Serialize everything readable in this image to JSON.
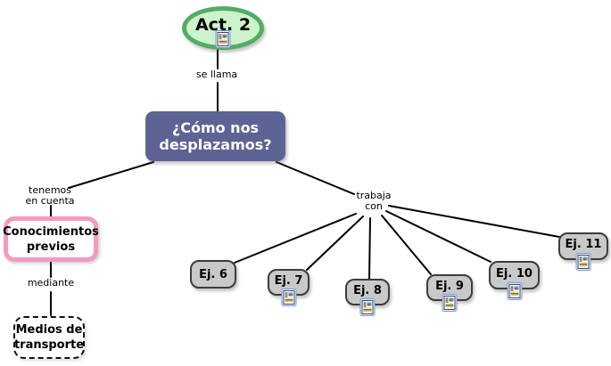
{
  "nodes": {
    "act2": {
      "label": "Act. 2"
    },
    "main": {
      "line1": "¿Cómo nos",
      "line2": "desplazamos?"
    },
    "conocimientos": {
      "line1": "Conocimientos",
      "line2": "previos"
    },
    "medios": {
      "line1": "Medios de",
      "line2": "transporte"
    },
    "ej6": {
      "label": "Ej. 6"
    },
    "ej7": {
      "label": "Ej. 7"
    },
    "ej8": {
      "label": "Ej. 8"
    },
    "ej9": {
      "label": "Ej. 9"
    },
    "ej10": {
      "label": "Ej. 10"
    },
    "ej11": {
      "label": "Ej. 11"
    }
  },
  "linking_phrases": {
    "se_llama": "se llama",
    "tenemos_line1": "tenemos",
    "tenemos_line2": "en cuenta",
    "mediante": "mediante",
    "trabaja_line1": "trabaja",
    "trabaja_line2": "con"
  },
  "colors": {
    "act2_fill": "#ccf3cb",
    "act2_border": "#52ac66",
    "main_fill": "#5d6394",
    "main_text": "#ffffff",
    "conocimientos_border": "#f49ac1",
    "gray_node_fill": "#c9c9c9",
    "gray_node_border": "#3c3c3c",
    "line_color": "#000000"
  },
  "icons": {
    "resource_icon": "document-resource-icon"
  }
}
